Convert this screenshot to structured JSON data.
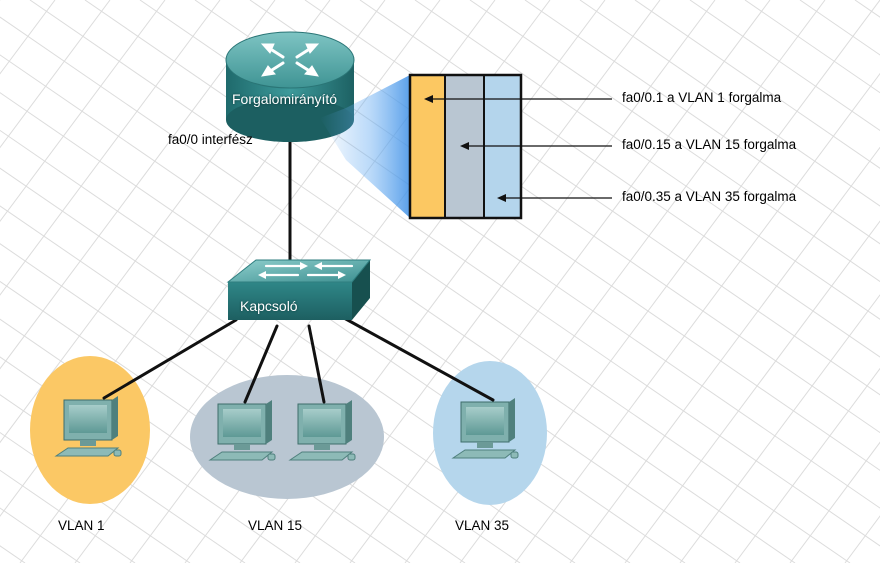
{
  "router": {
    "label": "Forgalomirányító",
    "interface_label": "fa0/0 interfész",
    "icon": "router-icon"
  },
  "switch": {
    "label": "Kapcsoló",
    "icon": "switch-icon"
  },
  "subinterfaces": [
    {
      "label": "fa0/0.1 a VLAN 1 forgalma",
      "color": "#fcc862"
    },
    {
      "label": "fa0/0.15 a VLAN 15 forgalma",
      "color": "#b9c6d2"
    },
    {
      "label": "fa0/0.35 a VLAN 35  forgalma",
      "color": "#b4d5ec"
    }
  ],
  "vlans": [
    {
      "name": "VLAN 1",
      "color": "#fbc865",
      "computers": 1
    },
    {
      "name": "VLAN 15",
      "color": "#b9c6d2",
      "computers": 2
    },
    {
      "name": "VLAN 35",
      "color": "#b5d6ec",
      "computers": 1
    }
  ],
  "colors": {
    "device": "#2e8a8c",
    "link": "#111111",
    "grid": "#d9d9d9"
  }
}
